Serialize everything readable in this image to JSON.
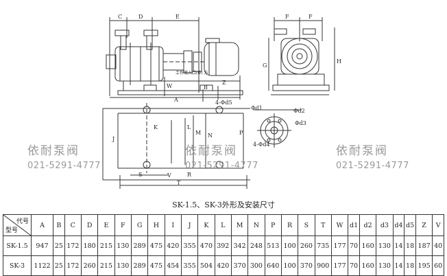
{
  "drawing": {
    "front_view_labels": [
      "C",
      "D",
      "E"
    ],
    "side_view_labels": [
      "F",
      "F",
      "H",
      "G"
    ],
    "section_labels": [
      "A",
      "B",
      "W",
      "Z",
      "J",
      "K",
      "L",
      "M",
      "N",
      "P",
      "S",
      "V",
      "T",
      "R"
    ],
    "hole_labels": {
      "d4": "4-Φd4",
      "d5": "4-Φd5",
      "d1": "Φd1",
      "d2": "Φd2",
      "d3": "Φd3"
    },
    "small_note": "工作液入口(Φ) 方"
  },
  "watermarks": [
    {
      "name": "依耐泵阀",
      "phone": "021-5291-4777"
    },
    {
      "name": "依耐泵阀",
      "phone": "021-5291-4777"
    },
    {
      "name": "依耐泵阀",
      "phone": "021-5291-4777"
    }
  ],
  "caption": "SK-1.5、SK-3外形及安装尺寸",
  "table": {
    "corner_top": "代号",
    "corner_bottom": "型号",
    "headers": [
      "A",
      "B",
      "C",
      "D",
      "E",
      "F",
      "G",
      "H",
      "I",
      "J",
      "K",
      "L",
      "M",
      "N",
      "P",
      "R",
      "S",
      "T",
      "W",
      "d1",
      "d2",
      "d3",
      "d4",
      "d5",
      "Z",
      "V"
    ],
    "rows": [
      {
        "model": "SK-1.5",
        "values": [
          "947",
          "25",
          "172",
          "180",
          "215",
          "130",
          "289",
          "475",
          "420",
          "355",
          "470",
          "392",
          "342",
          "248",
          "513",
          "100",
          "260",
          "735",
          "177",
          "70",
          "160",
          "130",
          "14",
          "18",
          "187",
          "40"
        ]
      },
      {
        "model": "SK-3",
        "values": [
          "1122",
          "25",
          "172",
          "260",
          "215",
          "130",
          "289",
          "475",
          "454",
          "355",
          "504",
          "420",
          "370",
          "300",
          "640",
          "100",
          "370",
          "900",
          "177",
          "70",
          "160",
          "130",
          "14",
          "18",
          "195",
          "60"
        ]
      }
    ]
  }
}
